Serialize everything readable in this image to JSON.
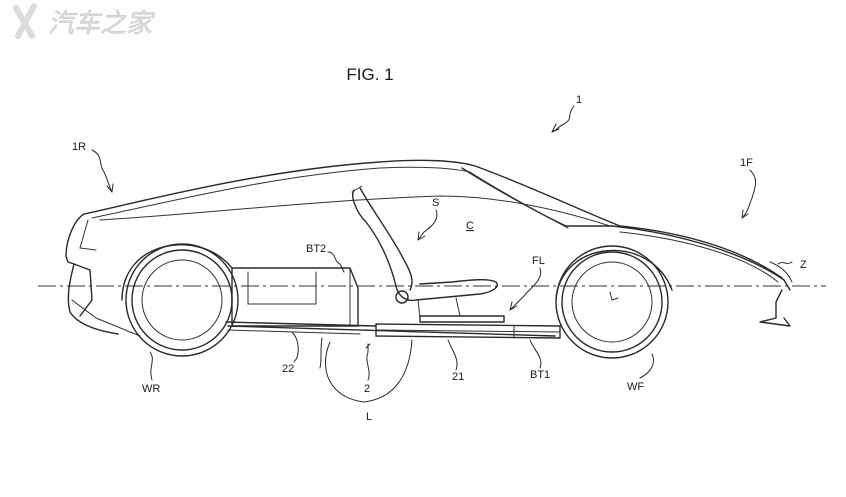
{
  "watermark": {
    "text": "汽车之家",
    "logo": "X",
    "color": "#cfcfcf"
  },
  "figure": {
    "title": "FIG. 1"
  },
  "labels": {
    "l1": "1",
    "l1R": "1R",
    "l1F": "1F",
    "lS": "S",
    "lC": "C",
    "lBT2": "BT2",
    "lFL": "FL",
    "lZ": "Z",
    "l22": "22",
    "l2": "2",
    "l21": "21",
    "lBT1": "BT1",
    "lWR": "WR",
    "lWF": "WF",
    "lL": "L"
  }
}
